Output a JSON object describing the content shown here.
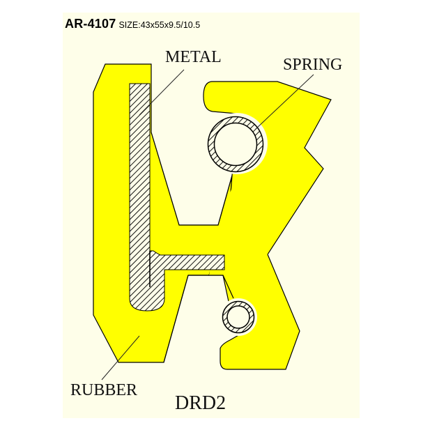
{
  "header": {
    "part_code": "AR-4107",
    "size_text": "SIZE:43x55x9.5/10.5"
  },
  "labels": {
    "metal": "METAL",
    "spring": "SPRING",
    "rubber": "RUBBER",
    "model": "DRD2"
  },
  "colors": {
    "rubber_fill": "#ffff00",
    "panel_background": "#fefee9",
    "outline": "#000000"
  }
}
